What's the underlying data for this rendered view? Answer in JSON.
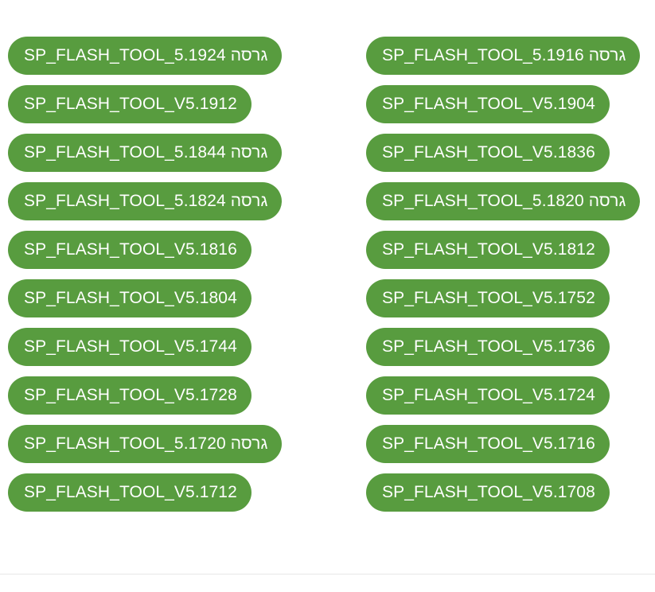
{
  "page": {
    "background_color": "#ffffff",
    "accent_color": "#589c3f",
    "tag_text_color": "#ffffff",
    "divider_color": "#e8e8e8"
  },
  "tag_cloud": {
    "columns": [
      {
        "name": "left-column",
        "tags": [
          {
            "label": "SP_FLASH_TOOL_5.1924 גרסה"
          },
          {
            "label": "SP_FLASH_TOOL_V5.1912"
          },
          {
            "label": "SP_FLASH_TOOL_5.1844 גרסה"
          },
          {
            "label": "SP_FLASH_TOOL_5.1824 גרסה"
          },
          {
            "label": "SP_FLASH_TOOL_V5.1816"
          },
          {
            "label": "SP_FLASH_TOOL_V5.1804"
          },
          {
            "label": "SP_FLASH_TOOL_V5.1744"
          },
          {
            "label": "SP_FLASH_TOOL_V5.1728"
          },
          {
            "label": "SP_FLASH_TOOL_5.1720 גרסה"
          },
          {
            "label": "SP_FLASH_TOOL_V5.1712"
          }
        ]
      },
      {
        "name": "right-column",
        "tags": [
          {
            "label": "SP_FLASH_TOOL_5.1916 גרסה"
          },
          {
            "label": "SP_FLASH_TOOL_V5.1904"
          },
          {
            "label": "SP_FLASH_TOOL_V5.1836"
          },
          {
            "label": "SP_FLASH_TOOL_5.1820 גרסה"
          },
          {
            "label": "SP_FLASH_TOOL_V5.1812"
          },
          {
            "label": "SP_FLASH_TOOL_V5.1752"
          },
          {
            "label": "SP_FLASH_TOOL_V5.1736"
          },
          {
            "label": "SP_FLASH_TOOL_V5.1724"
          },
          {
            "label": "SP_FLASH_TOOL_V5.1716"
          },
          {
            "label": "SP_FLASH_TOOL_V5.1708"
          }
        ]
      }
    ]
  }
}
